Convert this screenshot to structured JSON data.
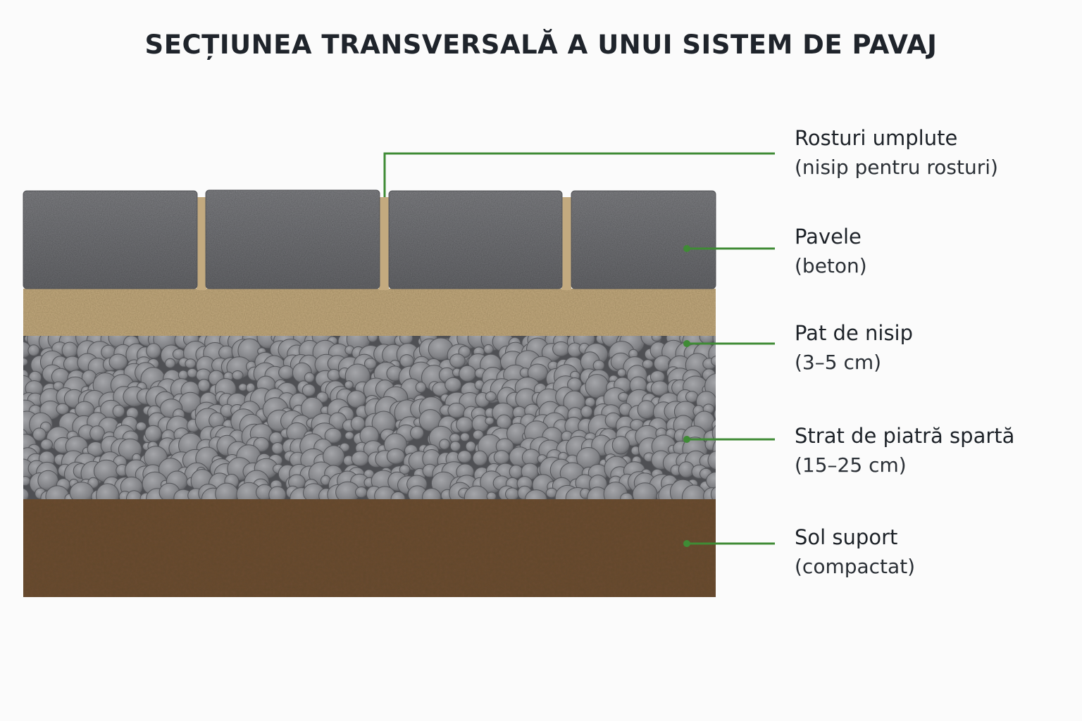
{
  "title": "SECȚIUNEA TRANSVERSALĂ A UNUI SISTEM DE PAVAJ",
  "colors": {
    "leader": "#3f8b35",
    "paver": "#76777b",
    "sand": "#c3aa7f",
    "gravel": "#7e7e82",
    "soil": "#6a4a30"
  },
  "labels": [
    {
      "key": "joints",
      "primary": "Rosturi umplute",
      "secondary": "(nisip pentru rosturi)"
    },
    {
      "key": "pavers",
      "primary": "Pavele",
      "secondary": "(beton)"
    },
    {
      "key": "sand-bed",
      "primary": "Pat de nisip",
      "secondary": "(3–5 cm)"
    },
    {
      "key": "gravel",
      "primary": "Strat de piatră spartă",
      "secondary": "(15–25 cm)"
    },
    {
      "key": "soil",
      "primary": "Sol suport",
      "secondary": "(compactat)"
    }
  ]
}
